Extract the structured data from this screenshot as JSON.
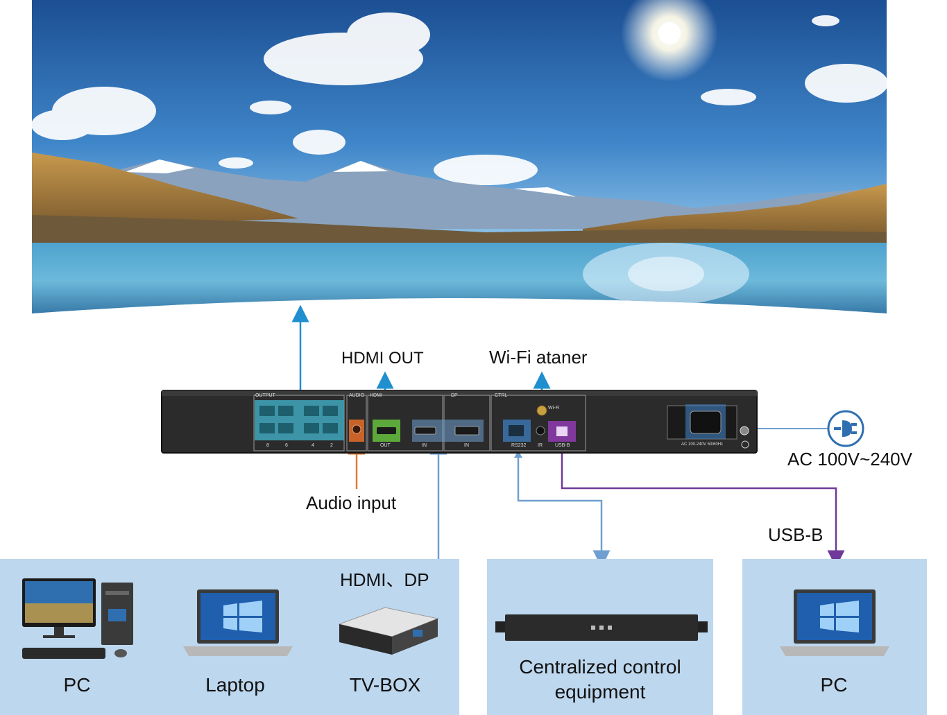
{
  "labels": {
    "hdmi_out": "HDMI OUT",
    "wifi_antenna": "Wi-Fi ataner",
    "ac_power": "AC 100V~240V",
    "audio_input": "Audio input",
    "hdmi_dp": "HDMI、DP",
    "usb_b": "USB-B"
  },
  "sources": {
    "pc": "PC",
    "laptop": "Laptop",
    "tv_box": "TV-BOX"
  },
  "control": {
    "equipment": "Centralized control equipment"
  },
  "usb_target": {
    "pc": "PC"
  },
  "device_panel": {
    "output_section": "OUTPUT",
    "audio_section": "AUDIO",
    "hdmi_section": "HDMI",
    "dp_section": "DP",
    "ctrl_section": "CTRL",
    "wifi_label": "Wi-Fi",
    "out_label": "OUT",
    "in_label": "IN",
    "dp_in_label": "IN",
    "rs232_label": "RS232",
    "ir_label": "IR",
    "usbb_label": "USB-B",
    "power_label": "AC 100-240V 50/60Hz",
    "port_numbers": [
      "8",
      "6",
      "4",
      "2"
    ]
  },
  "colors": {
    "panel_bg": "#bdd7ee",
    "line_blue": "#1f8fd0",
    "line_steel": "#6f9fd0",
    "line_orange": "#e07a30",
    "line_purple": "#6f3a9a",
    "device_body": "#2b2b2b",
    "rj45_blue": "#3fa0b4",
    "hdmi_green": "#5da83a",
    "usb_purple": "#8a3aa8",
    "audio_orange": "#c8642a"
  }
}
